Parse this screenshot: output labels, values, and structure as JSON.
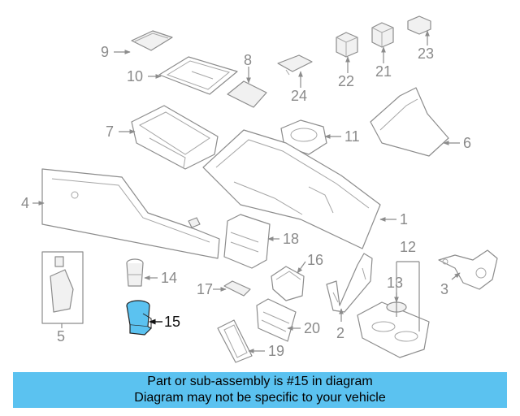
{
  "diagram": {
    "highlight_color": "#5bc2f0",
    "callouts": [
      {
        "id": "1",
        "label": "1"
      },
      {
        "id": "2",
        "label": "2"
      },
      {
        "id": "3",
        "label": "3"
      },
      {
        "id": "4",
        "label": "4"
      },
      {
        "id": "5",
        "label": "5"
      },
      {
        "id": "6",
        "label": "6"
      },
      {
        "id": "7",
        "label": "7"
      },
      {
        "id": "8",
        "label": "8"
      },
      {
        "id": "9",
        "label": "9"
      },
      {
        "id": "10",
        "label": "10"
      },
      {
        "id": "11",
        "label": "11"
      },
      {
        "id": "12",
        "label": "12"
      },
      {
        "id": "13",
        "label": "13"
      },
      {
        "id": "14",
        "label": "14"
      },
      {
        "id": "15",
        "label": "15"
      },
      {
        "id": "16",
        "label": "16"
      },
      {
        "id": "17",
        "label": "17"
      },
      {
        "id": "18",
        "label": "18"
      },
      {
        "id": "19",
        "label": "19"
      },
      {
        "id": "20",
        "label": "20"
      },
      {
        "id": "21",
        "label": "21"
      },
      {
        "id": "22",
        "label": "22"
      },
      {
        "id": "23",
        "label": "23"
      },
      {
        "id": "24",
        "label": "24"
      }
    ]
  },
  "banner": {
    "background": "#5bc2f0",
    "line1": "Part or sub-assembly is #15 in diagram",
    "line2": "Diagram may not be specific to your vehicle"
  }
}
